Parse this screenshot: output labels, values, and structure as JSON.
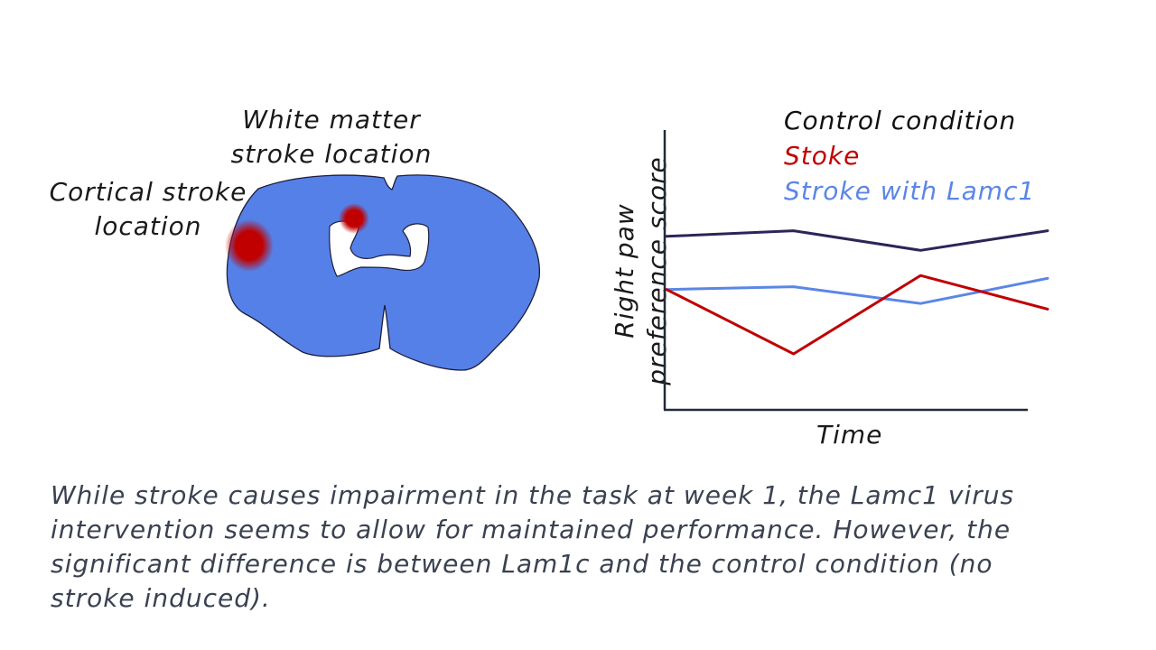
{
  "labels": {
    "white_matter": [
      "White matter",
      "stroke location"
    ],
    "cortical": [
      "Cortical stroke",
      "location"
    ]
  },
  "chart_data": {
    "type": "line",
    "xlabel": "Time",
    "ylabel": [
      "Right paw",
      "preference score"
    ],
    "grid": false,
    "legend_placement": "top-right",
    "x": [
      0,
      1,
      2,
      3
    ],
    "series": [
      {
        "name": "Control condition",
        "color": "#2e2457",
        "values": [
          0.62,
          0.64,
          0.57,
          0.64
        ]
      },
      {
        "name": "Stoke",
        "color": "#c00000",
        "values": [
          0.43,
          0.2,
          0.48,
          0.36
        ]
      },
      {
        "name": "Stroke with Lamc1",
        "color": "#5b86e5",
        "values": [
          0.43,
          0.44,
          0.38,
          0.47
        ]
      }
    ]
  },
  "colors": {
    "brain_fill": "#5580e8",
    "stroke_red": "#c00000",
    "axis": "#222a3a"
  },
  "caption": "While stroke causes impairment in the task at week 1, the Lamc1 virus intervention seems to allow for maintained performance. However, the significant difference is between Lam1c and the control condition (no stroke induced)."
}
